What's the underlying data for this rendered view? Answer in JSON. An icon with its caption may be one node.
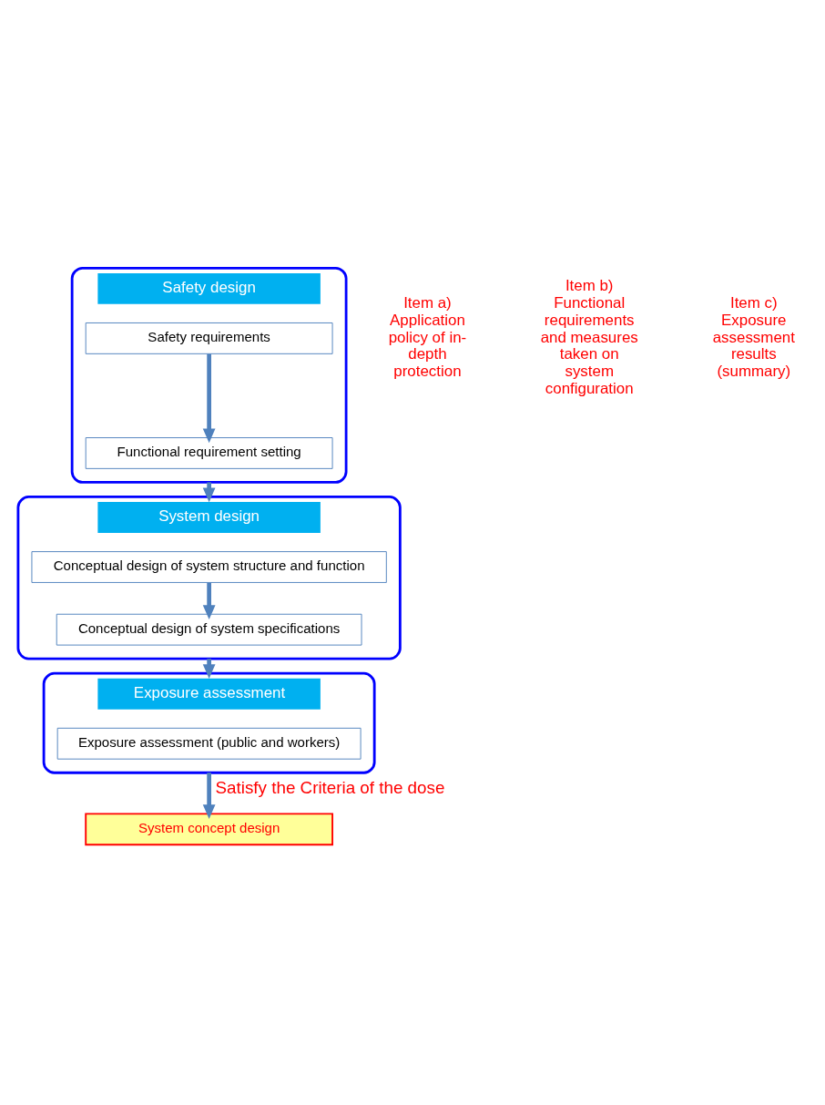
{
  "diagram": {
    "nodes": [
      {
        "text": [
          "Safety design"
        ]
      },
      {
        "text": [
          "Safety requirements"
        ],
        "in": 0
      },
      {
        "text": [
          "Functional requirement setting"
        ],
        "in": 0
      },
      {
        "text": [
          "System design"
        ]
      },
      {
        "text": [
          "Conceptual design of system structure and function"
        ],
        "in": 3
      },
      {
        "text": [
          "Conceptual design of system specifications"
        ],
        "in": 3
      },
      {
        "text": [
          "Exposure assessment"
        ]
      },
      {
        "text": [
          "Exposure assessment (public and workers)"
        ],
        "in": 6
      },
      {
        "text": [
          "System concept design"
        ]
      }
    ],
    "edges": [
      {
        "from": 1,
        "to": 2,
        "arrow": "to"
      },
      {
        "from": 0,
        "to": 3,
        "arrow": "to"
      },
      {
        "from": 4,
        "to": 5,
        "arrow": "to"
      },
      {
        "from": 3,
        "to": 6,
        "arrow": "to"
      },
      {
        "from": 6,
        "to": 8,
        "arrow": "to",
        "label": "Satisfy the Criteria of the dose"
      }
    ],
    "labels": [
      "Item a) Application policy of in-depth protection",
      "Item b) Functional requirements and measures taken on system configuration",
      "Item c) Exposure assessment results (summary)"
    ]
  }
}
